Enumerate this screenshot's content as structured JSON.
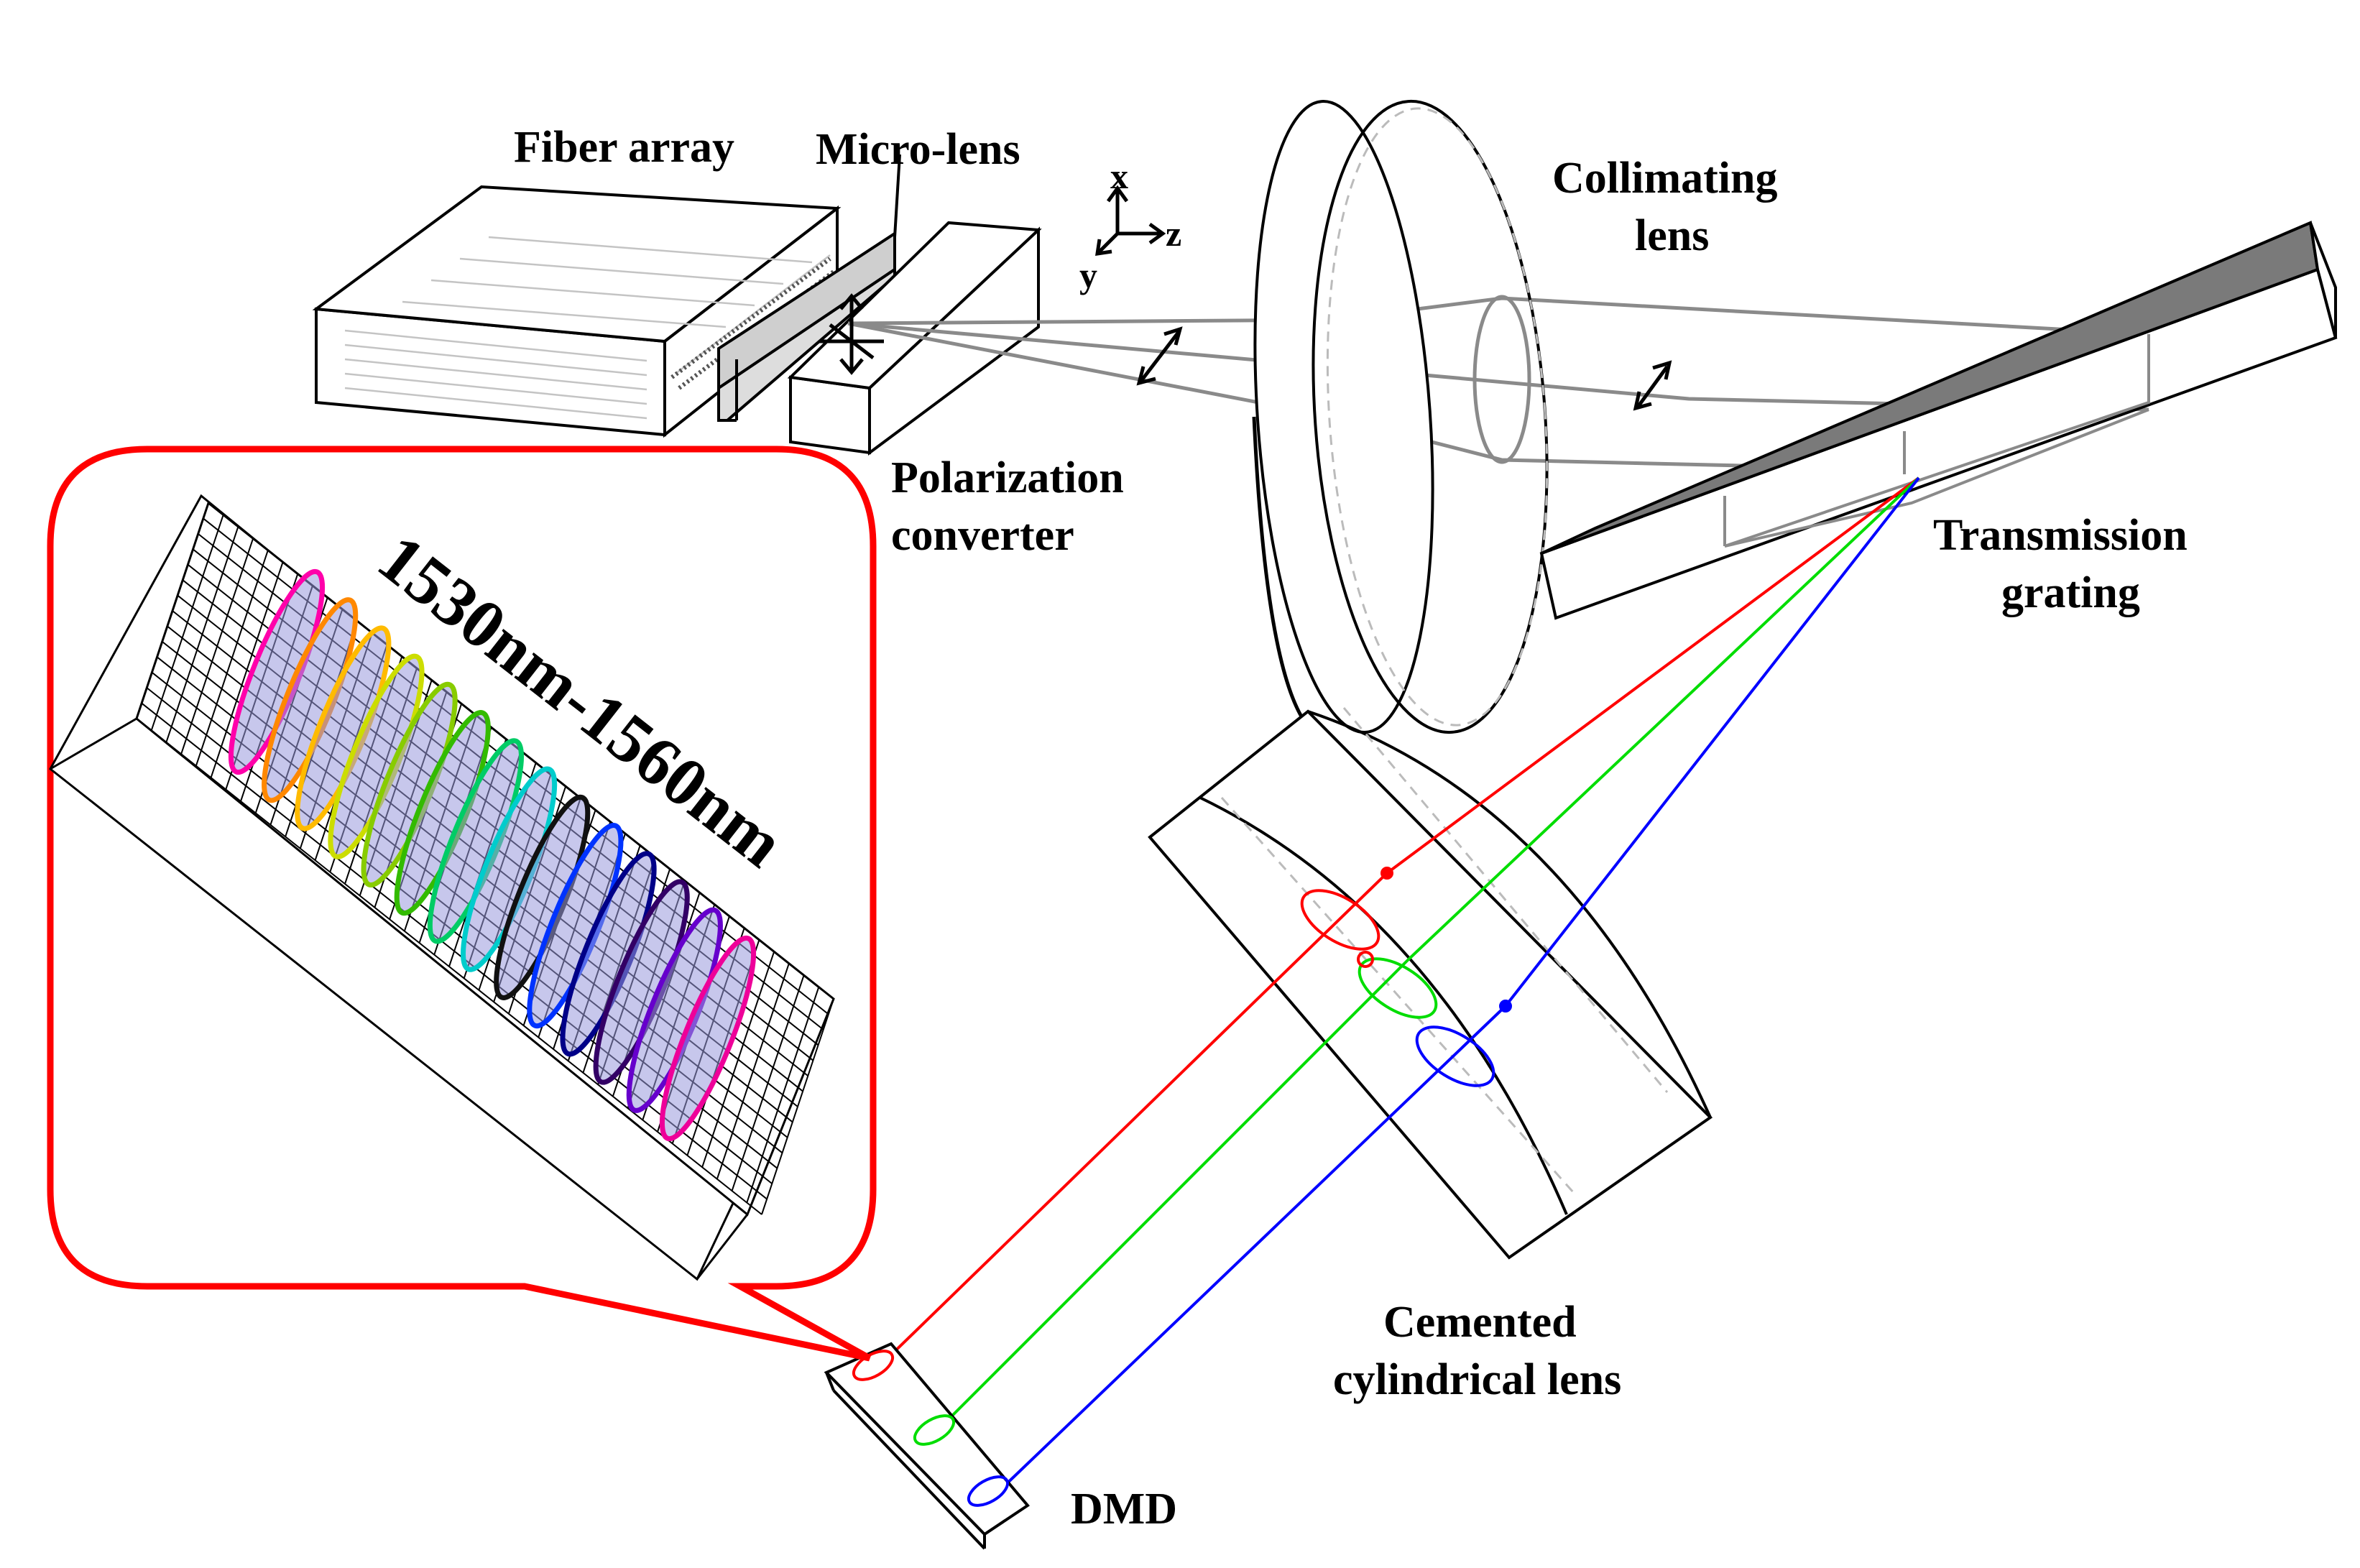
{
  "labels": {
    "fiber_array": "Fiber array",
    "micro_lens": "Micro-lens",
    "collimating_lens_line1": "Collimating",
    "collimating_lens_line2": "lens",
    "polarization_converter_line1": "Polarization",
    "polarization_converter_line2": "converter",
    "transmission_grating_line1": "Transmission",
    "transmission_grating_line2": "grating",
    "cemented_lens_line1": "Cemented",
    "cemented_lens_line2": "cylindrical  lens",
    "dmd": "DMD",
    "wavelength_range": "1530nm-1560nm"
  },
  "axes": {
    "x": "x",
    "y": "y",
    "z": "z"
  },
  "colors": {
    "callout": "#ff0000",
    "beam_red": "#ff0000",
    "beam_green": "#00dd00",
    "beam_blue": "#0000ff",
    "beam_gray": "#8a8a8a",
    "grating_fill": "#808080",
    "inset_fill": "#9999dd",
    "outline": "#000000"
  },
  "spectral_ellipse_colors": [
    "#ff00aa",
    "#ff8800",
    "#ffbb00",
    "#ccdd00",
    "#88cc00",
    "#33bb00",
    "#00cc66",
    "#00cccc",
    "#111111",
    "#0033ff",
    "#000088",
    "#330066",
    "#6600cc",
    "#ee0099"
  ]
}
